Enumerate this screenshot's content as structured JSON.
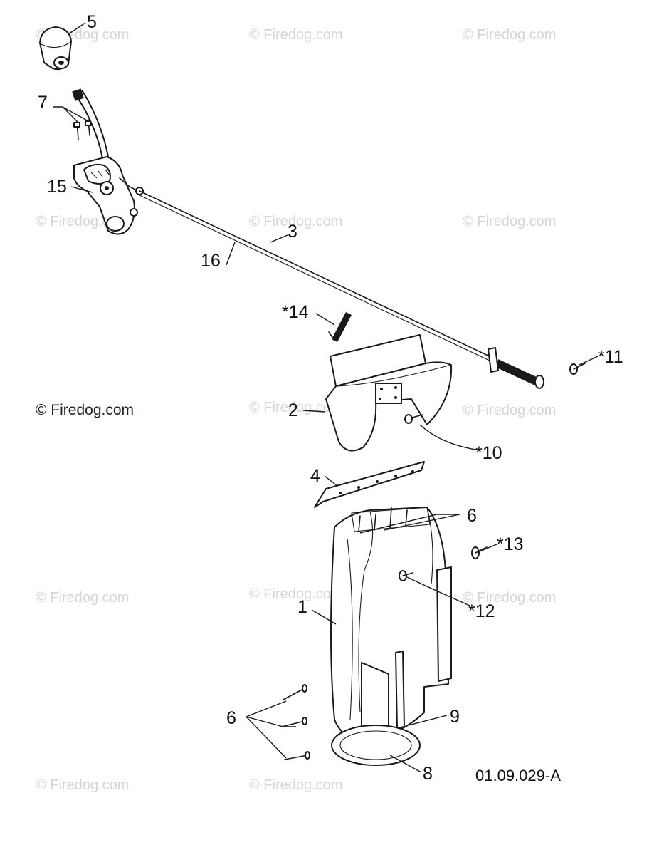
{
  "watermarks": [
    "© Firedog.com",
    "© Firedog.com",
    "© Firedog.com",
    "© Firedog.com",
    "© Firedog.com",
    "© Firedog.com",
    "© Firedog.com",
    "© Firedog.com",
    "© Firedog.com",
    "© Firedog.com",
    "© Firedog.com",
    "© Firedog.com",
    "© Firedog.com",
    "© Firedog.com"
  ],
  "callouts": {
    "part_5": "5",
    "part_7": "7",
    "part_15": "15",
    "part_3": "3",
    "part_16": "16",
    "part_14": "*14",
    "part_11": "*11",
    "part_2": "2",
    "part_10": "*10",
    "part_4": "4",
    "part_6_top": "6",
    "part_13": "*13",
    "part_1": "1",
    "part_12": "*12",
    "part_6_bottom": "6",
    "part_9": "9",
    "part_8": "8"
  },
  "drawing_code": "01.09.029-A",
  "colors": {
    "ink": "#1a1a1a",
    "watermark": "#d6d6d6",
    "background": "#ffffff"
  }
}
